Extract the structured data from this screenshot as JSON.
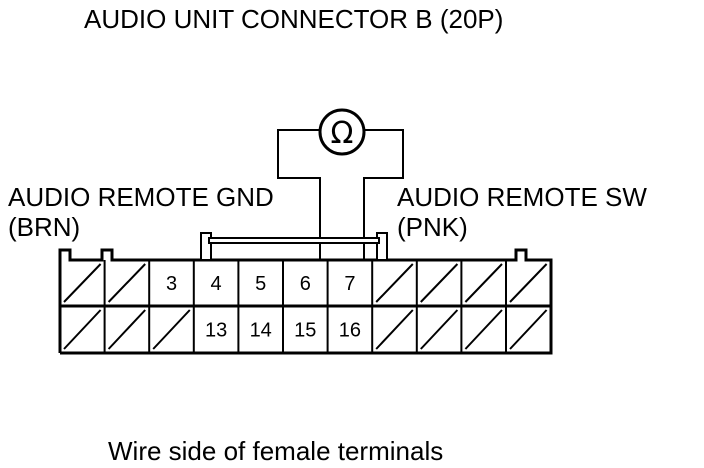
{
  "title": "AUDIO UNIT CONNECTOR B (20P)",
  "left_label": {
    "name": "AUDIO REMOTE GND",
    "wire_color": "(BRN)"
  },
  "right_label": {
    "name": "AUDIO REMOTE SW",
    "wire_color": "(PNK)"
  },
  "meter_symbol": "Ω",
  "caption": "Wire side of female terminals",
  "connector": {
    "top_row": [
      "",
      "",
      "3",
      "4",
      "5",
      "6",
      "7",
      "",
      "",
      "",
      ""
    ],
    "bottom_row": [
      "",
      "",
      "",
      "13",
      "14",
      "15",
      "16",
      "",
      "",
      "",
      ""
    ]
  }
}
